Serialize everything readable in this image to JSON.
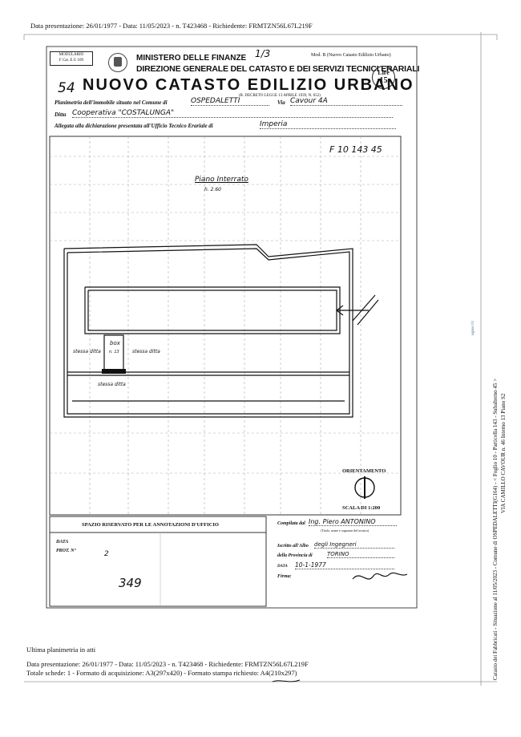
{
  "top_header": "Data presentazione: 26/01/1977 - Data: 11/05/2023 - n. T423468 - Richiedente: FRMTZN56L67L219F",
  "form": {
    "modulario_label": "MODULARIO",
    "modulario_code": "F Cat. E U 109",
    "ministry": "MINISTERO DELLE FINANZE",
    "ministry_small": "DELLE",
    "direction": "DIREZIONE GENERALE DEL CATASTO E DEI SERVIZI TECNICI ERARIALI",
    "model_note": "Mod. B (Nuovo Catasto Edilizio Urbano)",
    "handwritten_fraction": "1/3",
    "sheet_number": "54",
    "title": "NUOVO CATASTO EDILIZIO URBANO",
    "decree": "(R. DECRETO LEGGE 13 APRILE 1939, N. 652)",
    "stamp_label": "Lire",
    "stamp_value": "15",
    "line1_label": "Planimetria dell'immobile situato nel Comune di",
    "comune_value": "OSPEDALETTI",
    "via_label": "Via",
    "via_value": "Cavour 4A",
    "ditta_label": "Ditta",
    "ditta_value": "Cooperativa \"COSTALUNGA\"",
    "allegata_label": "Allegata alla dichiarazione presentata all'Ufficio Tecnico Erariale di",
    "ufficio_value": "Imperia"
  },
  "plan": {
    "reference": "F 10 143 45",
    "floor_label": "Piano Interrato",
    "height_label": "h. 2.60",
    "box_label": "box",
    "box_number": "n. 13",
    "stessa_ditta_left": "stessa ditta",
    "stessa_ditta_right": "stessa ditta",
    "stessa_ditta_bottom": "stessa ditta",
    "orientation_label": "ORIENTAMENTO",
    "scale_label": "SCALA DI 1:200"
  },
  "office": {
    "reserved_title": "SPAZIO RISERVATO PER LE ANNOTAZIONI D'UFFICIO",
    "data_label": "DATA",
    "prot_label": "PROT. N°",
    "compilata_label": "Compilata dal",
    "compilata_value": "Ing. Piero ANTONINO",
    "compilata_note": "(Titolo, nome e cognome del tecnico)",
    "iscritto_label": "Iscritto all'Albo",
    "albo_value": "degli Ingegneri",
    "provincia_label": "della Provincia di",
    "provincia_value": "TORINO",
    "data2_label": "DATA",
    "data2_value": "10-1-1977",
    "firma_label": "Firma:",
    "annot_number": "2",
    "annot_number2": "349"
  },
  "side_text": {
    "line1": "Catasto dei Fabbricati - Situazione al 11/05/2023 - Comune di OSPEDALETTI(G164) - < Foglio 10 - Particella 143 - Subalterno 45 >",
    "line2": "VIA CAMILLO CAVOUR n. 46 Interno 13 Piano S2",
    "page_ref": "ugsuo 01"
  },
  "footer": {
    "ultima": "Ultima planimetria in atti",
    "line1": "Data presentazione: 26/01/1977 - Data: 11/05/2023 - n. T423468 - Richiedente: FRMTZN56L67L219F",
    "line2": "Totale schede: 1 - Formato di acquisizione: A3(297x420) - Formato stampa richiesto: A4(210x297)"
  }
}
